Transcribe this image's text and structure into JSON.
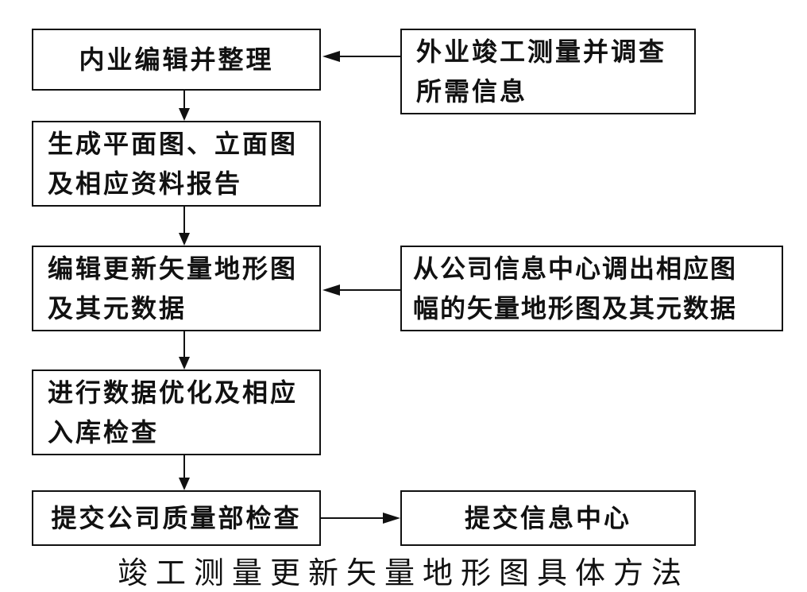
{
  "flowchart": {
    "steps": [
      {
        "lines": [
          "内业编辑并整理"
        ]
      },
      {
        "lines": [
          "生成平面图、立面图",
          "及相应资料报告"
        ]
      },
      {
        "lines": [
          "编辑更新矢量地形图",
          "及其元数据"
        ]
      },
      {
        "lines": [
          "进行数据优化及相应",
          "入库检查"
        ]
      },
      {
        "lines": [
          "提交公司质量部检查"
        ]
      }
    ],
    "inputs": [
      {
        "lines": [
          "外业竣工测量并调查",
          "所需信息"
        ]
      },
      {
        "lines": [
          "从公司信息中心调出相应图",
          "幅的矢量地形图及其元数据"
        ]
      }
    ],
    "output": {
      "lines": [
        "提交信息中心"
      ]
    }
  },
  "caption": "竣工测量更新矢量地形图具体方法"
}
